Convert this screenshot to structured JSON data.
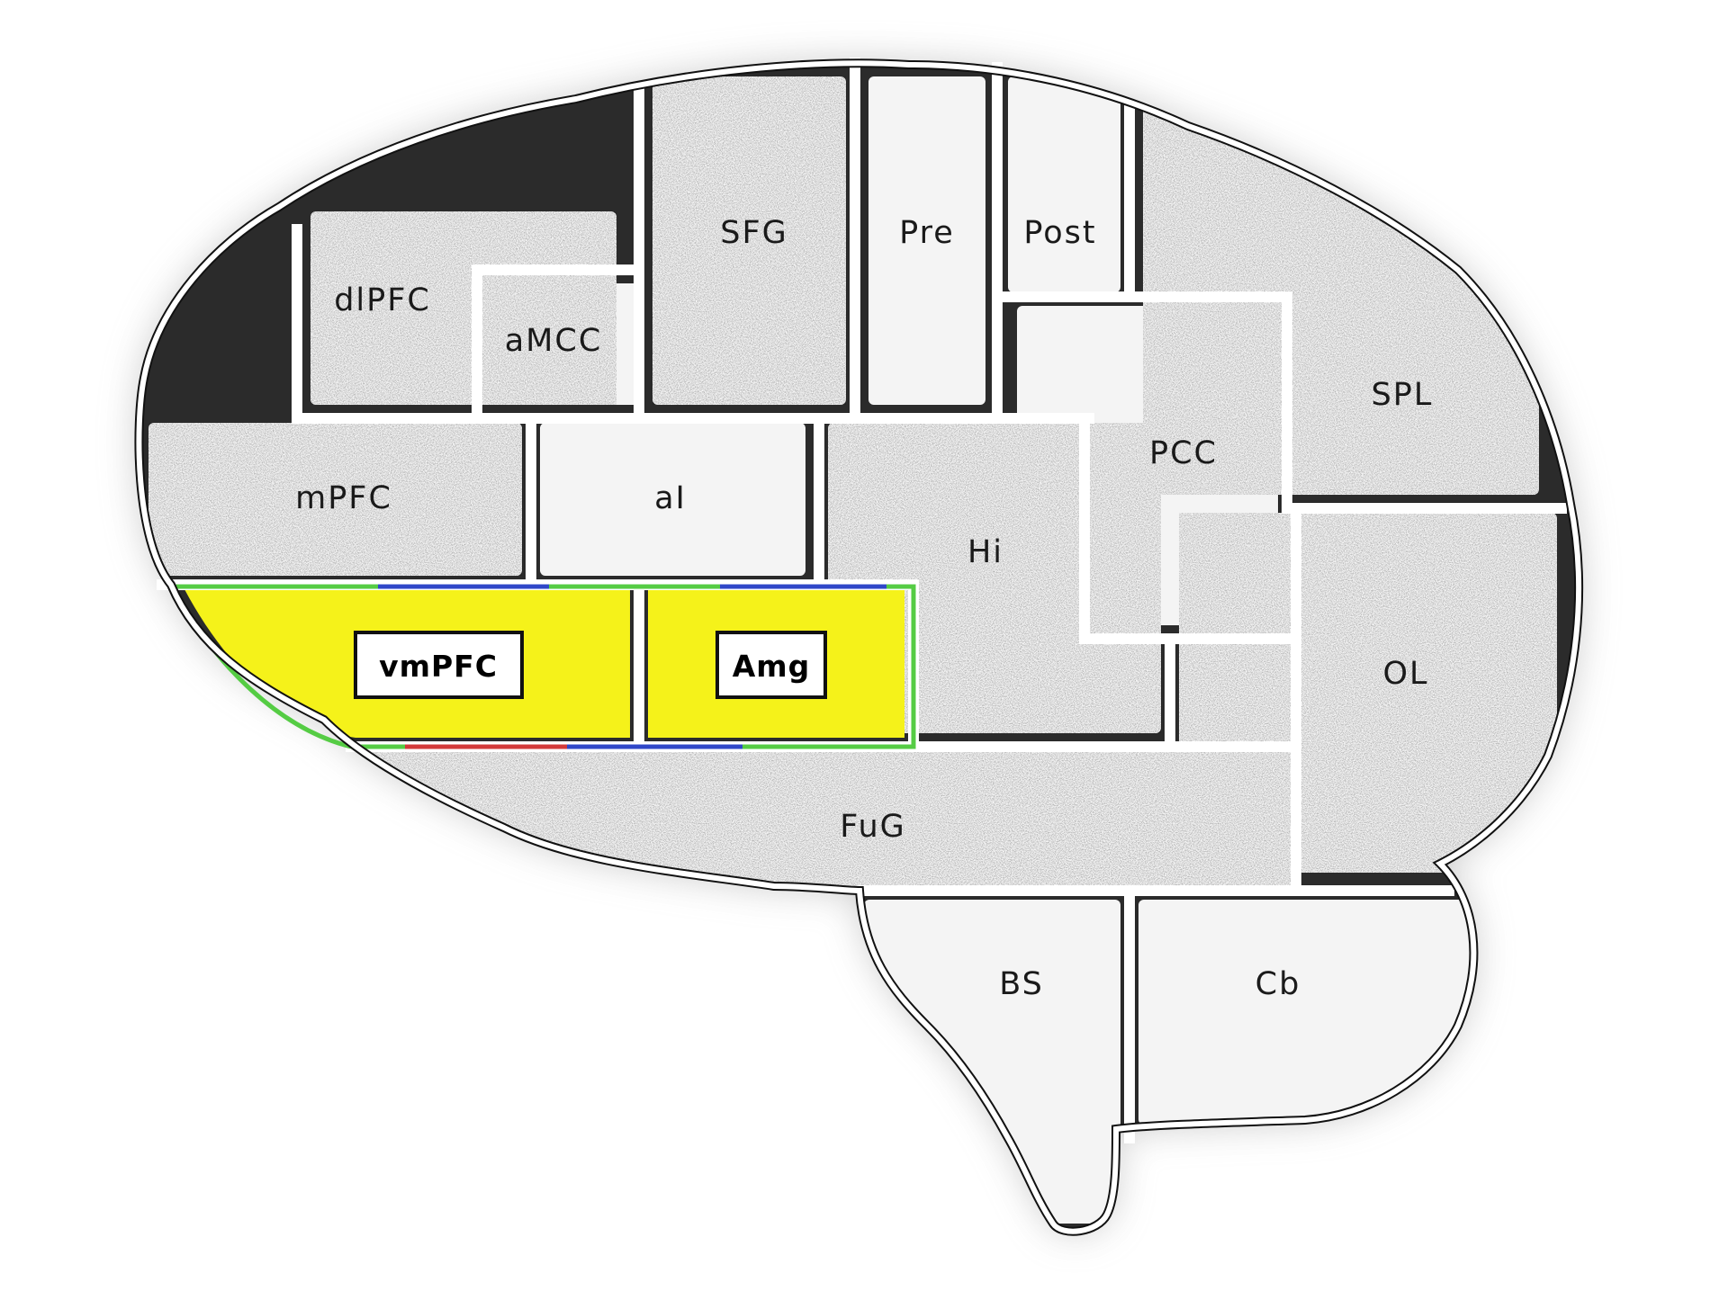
{
  "regions": {
    "dlpfc": "dlPFC",
    "amcc": "aMCC",
    "sfg": "SFG",
    "pre": "Pre",
    "post": "Post",
    "spl": "SPL",
    "mpfc": "mPFC",
    "ai": "aI",
    "pcc": "PCC",
    "hi": "Hi",
    "ol": "OL",
    "fug": "FuG",
    "bs": "BS",
    "cb": "Cb"
  },
  "highlighted": {
    "vmpfc": "vmPFC",
    "amg": "Amg"
  },
  "colors": {
    "highlight_fill": "#f5f21a",
    "outline": "#111111",
    "region_fill": "#ffffff",
    "accent_green": "#55cc44",
    "accent_blue": "#2f47c8",
    "accent_red": "#d23a3a"
  }
}
